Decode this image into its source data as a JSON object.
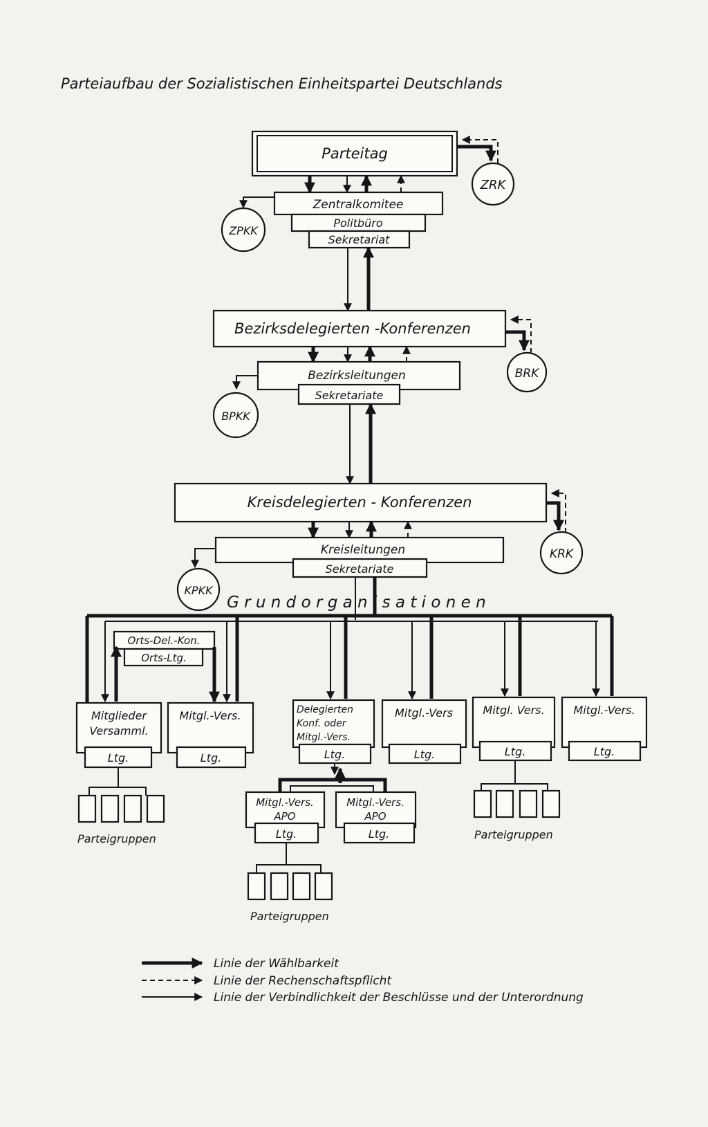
{
  "title": "Parteiaufbau der Sozialistischen Einheitspartei Deutschlands",
  "central": {
    "congress": "Parteitag",
    "committee": "Zentralkomitee",
    "politburo": "Politbüro",
    "secretariat": "Sekretariat",
    "control": "ZPKK",
    "revision": "ZRK"
  },
  "district": {
    "conference": "Bezirksdelegierten -Konferenzen",
    "leadership": "Bezirksleitungen",
    "secretariats": "Sekretariate",
    "control": "BPKK",
    "revision": "BRK"
  },
  "county": {
    "conference": "Kreisdelegierten - Konferenzen",
    "leadership": "Kreisleitungen",
    "secretariats": "Sekretariate",
    "control": "KPKK",
    "revision": "KRK"
  },
  "base": {
    "heading": "G r u n d o r g a n i s a t i o n e n",
    "local_conference": "Orts-Del.-Kon.",
    "local_leadership": "Orts-Ltg.",
    "units": [
      {
        "line1": "Mitglieder",
        "line2": "Versamml.",
        "line3": "",
        "leadership": "Ltg."
      },
      {
        "line1": "Mitgl.-Vers.",
        "line2": "",
        "line3": "",
        "leadership": "Ltg."
      },
      {
        "line1": "Delegierten",
        "line2": "Konf. oder",
        "line3": "Mitgl.-Vers.",
        "leadership": "Ltg."
      },
      {
        "line1": "Mitgl.-Vers",
        "line2": "",
        "line3": "",
        "leadership": "Ltg."
      },
      {
        "line1": "Mitgl. Vers.",
        "line2": "",
        "line3": "",
        "leadership": "Ltg."
      },
      {
        "line1": "Mitgl.-Vers.",
        "line2": "",
        "line3": "",
        "leadership": "Ltg."
      }
    ],
    "apo": [
      {
        "line1": "Mitgl.-Vers.",
        "line2": "APO",
        "leadership": "Ltg."
      },
      {
        "line1": "Mitgl.-Vers.",
        "line2": "APO",
        "leadership": "Ltg."
      }
    ],
    "party_groups": "Parteigruppen"
  },
  "legend": [
    {
      "style": "thick",
      "label": "Linie der Wählbarkeit"
    },
    {
      "style": "dashed",
      "label": "Linie der Rechenschaftspflicht"
    },
    {
      "style": "thin",
      "label": "Linie der Verbindlichkeit der Beschlüsse und der Unterordnung"
    }
  ]
}
